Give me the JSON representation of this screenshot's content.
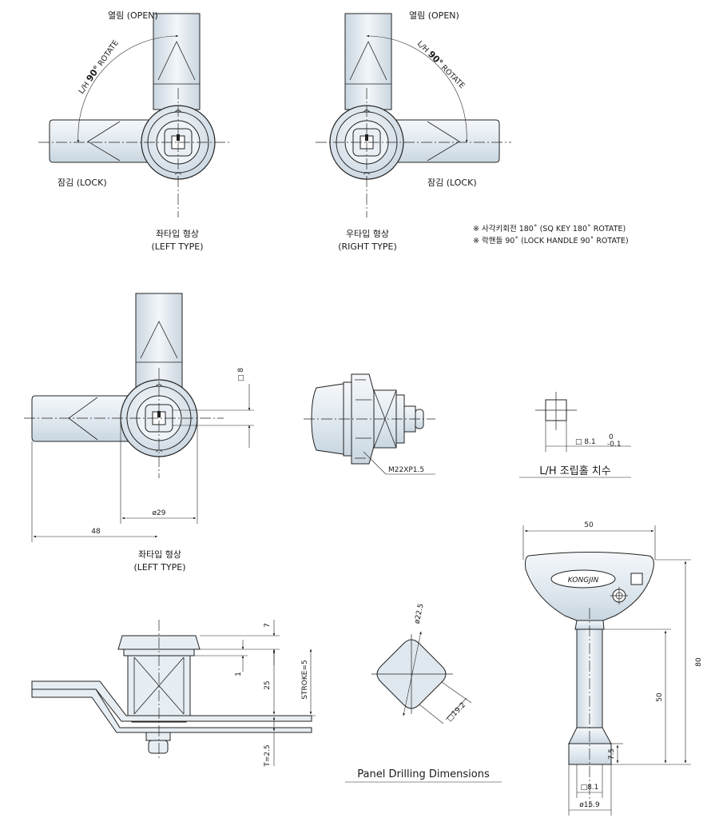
{
  "top_left": {
    "open_label": "열림 (OPEN)",
    "lock_label": "잠김 (LOCK)",
    "rotate_prefix": "L/H ",
    "rotate_angle": "90°",
    "rotate_suffix": " ROTATE",
    "caption_ko": "좌타입 형상",
    "caption_en": "(LEFT TYPE)"
  },
  "top_right": {
    "open_label": "열림 (OPEN)",
    "lock_label": "잠김 (LOCK)",
    "rotate_prefix": "L/H ",
    "rotate_angle": "90°",
    "rotate_suffix": " ROTATE",
    "caption_ko": "우타입 형상",
    "caption_en": "(RIGHT TYPE)"
  },
  "notes": [
    "※ 사각키회전 180˚ (SQ KEY 180˚ ROTATE)",
    "※ 락핸들 90˚ (LOCK HANDLE 90˚ ROTATE)"
  ],
  "front_view": {
    "dim_square": "□ 8",
    "dim_diameter": "ø29",
    "dim_length": "48",
    "caption_ko": "좌타입 형상",
    "caption_en": "(LEFT TYPE)"
  },
  "side_view": {
    "thread": "M22XP1.5"
  },
  "hole_detail": {
    "dim_main": "□ 8.1",
    "tol_upper": "0",
    "tol_lower": "-0.1",
    "title": "L/H 조립홀 치수"
  },
  "key": {
    "brand": "KONGJIN",
    "dim_width": "50",
    "dim_total": "80",
    "dim_shaft": "50",
    "dim_tip": "7.5",
    "dim_square": "□8.1",
    "dim_diameter": "ø15.9"
  },
  "section_view": {
    "dim_top": "7",
    "dim_gap": "1",
    "dim_body": "25",
    "dim_stroke": "STROKE=5",
    "dim_t": "T=2.5"
  },
  "panel": {
    "dim_diameter": "ø22.5",
    "dim_square": "□19.2",
    "title": "Panel Drilling Dimensions"
  }
}
